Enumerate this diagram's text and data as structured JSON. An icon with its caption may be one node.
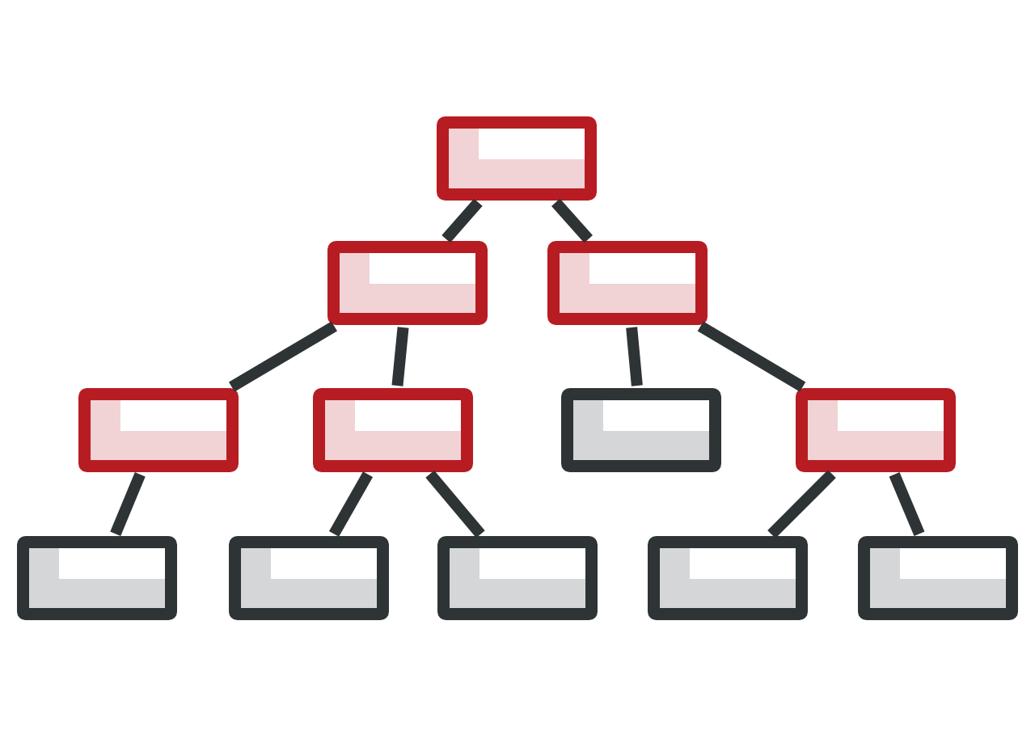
{
  "diagram": {
    "nodes": [
      {
        "text": [],
        "shape": "box"
      },
      {
        "text": [],
        "shape": "box"
      },
      {
        "text": [],
        "shape": "box"
      },
      {
        "text": [],
        "shape": "box"
      },
      {
        "text": [],
        "shape": "box"
      },
      {
        "text": [],
        "shape": "box"
      },
      {
        "text": [],
        "shape": "box"
      },
      {
        "text": [],
        "shape": "box"
      },
      {
        "text": [],
        "shape": "box"
      },
      {
        "text": [],
        "shape": "box"
      },
      {
        "text": [],
        "shape": "box"
      },
      {
        "text": [],
        "shape": "box"
      }
    ],
    "edges": [
      {
        "from": 0,
        "to": 1,
        "arrow": "none"
      },
      {
        "from": 0,
        "to": 2,
        "arrow": "none"
      },
      {
        "from": 1,
        "to": 3,
        "arrow": "none"
      },
      {
        "from": 1,
        "to": 4,
        "arrow": "none"
      },
      {
        "from": 2,
        "to": 5,
        "arrow": "none"
      },
      {
        "from": 2,
        "to": 6,
        "arrow": "none"
      },
      {
        "from": 3,
        "to": 7,
        "arrow": "none"
      },
      {
        "from": 4,
        "to": 8,
        "arrow": "none"
      },
      {
        "from": 4,
        "to": 9,
        "arrow": "none"
      },
      {
        "from": 6,
        "to": 10,
        "arrow": "none"
      },
      {
        "from": 6,
        "to": 11,
        "arrow": "none"
      }
    ]
  }
}
